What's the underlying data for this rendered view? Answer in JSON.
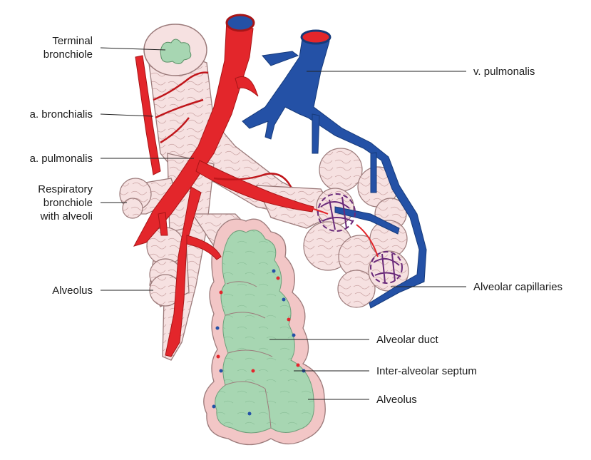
{
  "labels": {
    "terminal_bronchiole_1": "Terminal",
    "terminal_bronchiole_2": "bronchiole",
    "a_bronchialis": "a. bronchialis",
    "a_pulmonalis": "a. pulmonalis",
    "resp_bronchiole_1": "Respiratory",
    "resp_bronchiole_2": "bronchiole",
    "resp_bronchiole_3": "with alveoli",
    "alveolus_left": "Alveolus",
    "v_pulmonalis": "v. pulmonalis",
    "alveolar_capillaries": "Alveolar capillaries",
    "alveolar_duct": "Alveolar duct",
    "inter_alveolar_septum": "Inter-alveolar septum",
    "alveolus_right": "Alveolus"
  },
  "colors": {
    "artery": "#e3262b",
    "vein": "#2451a6",
    "bronchiole": "#f5dede",
    "bronchiole_outline": "#9c7b7b",
    "alveolar_lumen": "#a9d7b4",
    "septum": "#f2c6c6"
  }
}
